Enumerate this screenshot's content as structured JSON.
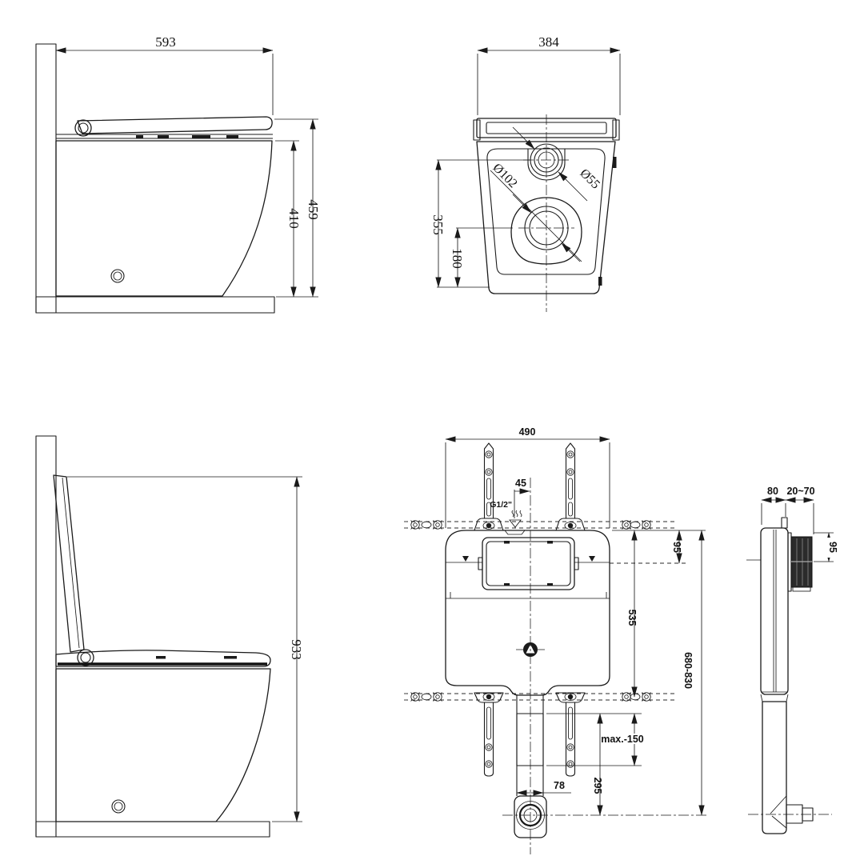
{
  "drawing": {
    "views": {
      "side_closed": {
        "dims": {
          "width": "593",
          "bowl_height": "410",
          "total_height": "459"
        }
      },
      "rear": {
        "dims": {
          "width": "384",
          "drain_hole": "Ø102",
          "inlet_hole": "Ø55",
          "inlet_center_height": "355",
          "drain_center_height": "180"
        }
      },
      "side_open": {
        "dims": {
          "open_lid_height": "933"
        }
      },
      "cistern_front": {
        "dims": {
          "width": "490",
          "supply_offset": "45",
          "supply_thread": "G1/2\"",
          "panel_depth": "95",
          "frame_span": "535",
          "install_height": "680-830",
          "cut_range": "max.-150",
          "pipe_width": "78",
          "outlet_height": "295"
        }
      },
      "cistern_side": {
        "dims": {
          "depth": "80",
          "wall_clearance": "20~70",
          "panel_height": "95"
        }
      }
    }
  }
}
